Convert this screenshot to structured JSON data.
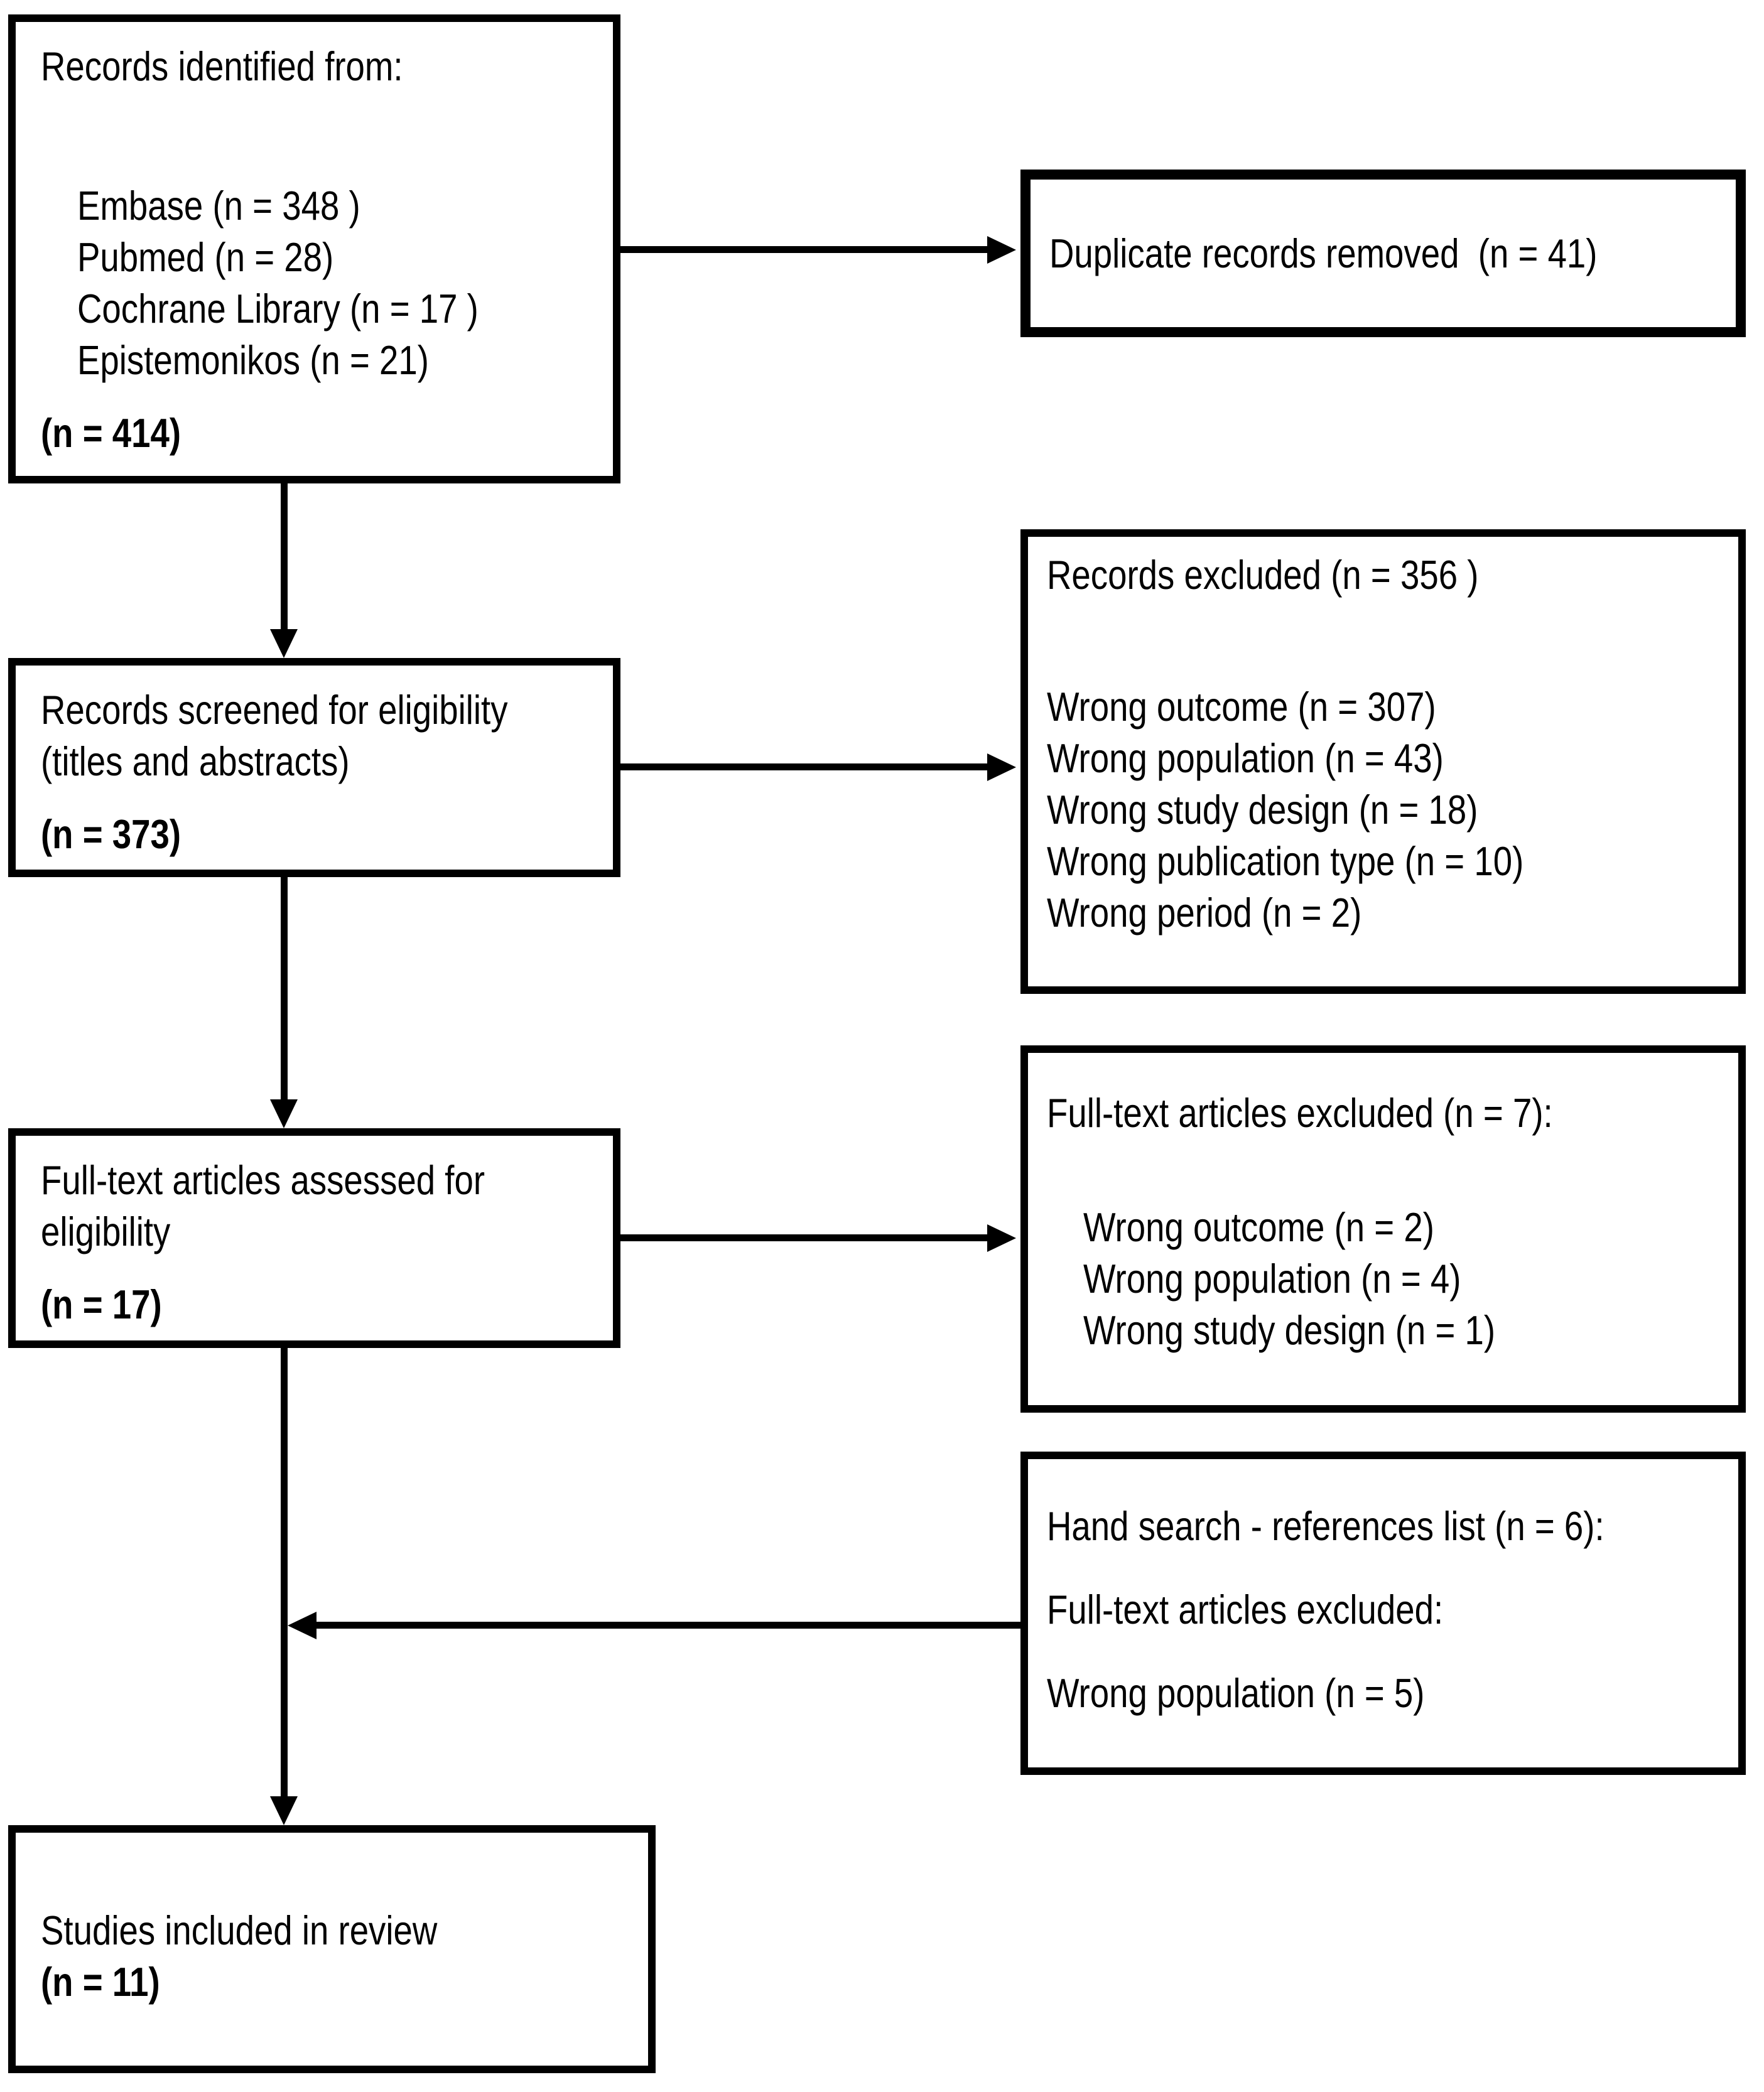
{
  "flowchart": {
    "colors": {
      "line": "#000000",
      "background": "#ffffff",
      "text": "#000000"
    },
    "identification_box": {
      "title": "Records identified from:",
      "sources": [
        "Embase (n = 348 )",
        "Pubmed (n = 28)",
        "Cochrane Library (n = 17 )",
        "Epistemonikos (n = 21)"
      ],
      "total": "(n = 414)"
    },
    "duplicates_box": {
      "text": "Duplicate records removed  (n = 41)"
    },
    "screening_box": {
      "title_line1": "Records screened for eligibility",
      "title_line2": "(titles and abstracts)",
      "total": "(n = 373)"
    },
    "records_excluded_box": {
      "title": "Records excluded (n = 356 )",
      "reasons": [
        "Wrong outcome (n = 307)",
        "Wrong population (n = 43)",
        "Wrong study design (n = 18)",
        "Wrong publication type (n = 10)",
        "Wrong period (n = 2)"
      ]
    },
    "fulltext_box": {
      "title_line1": "Full-text articles assessed for",
      "title_line2": "eligibility",
      "total": "(n = 17)"
    },
    "fulltext_excluded_box": {
      "title": "Full-text articles excluded (n = 7):",
      "reasons": [
        "Wrong outcome (n = 2)",
        "Wrong population (n = 4)",
        "Wrong study design (n = 1)"
      ]
    },
    "handsearch_box": {
      "title": "Hand search - references list (n = 6):",
      "subtitle": "Full-text articles excluded:",
      "reason": "Wrong population (n = 5)"
    },
    "included_box": {
      "title": "Studies included in review",
      "total": "(n = 11)"
    }
  }
}
